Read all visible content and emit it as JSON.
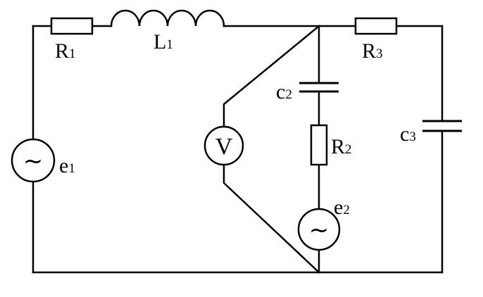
{
  "components": {
    "r1": {
      "main": "R",
      "sub": "1"
    },
    "l1": {
      "main": "L",
      "sub": "1"
    },
    "r3": {
      "main": "R",
      "sub": "3"
    },
    "c2": {
      "main": "c",
      "sub": "2"
    },
    "r2": {
      "main": "R",
      "sub": "2"
    },
    "c3": {
      "main": "c",
      "sub": "3"
    },
    "e1": {
      "main": "e",
      "sub": "1"
    },
    "e2": {
      "main": "e",
      "sub": "2"
    },
    "voltmeter": {
      "symbol": "V"
    },
    "source_symbol": "~"
  }
}
